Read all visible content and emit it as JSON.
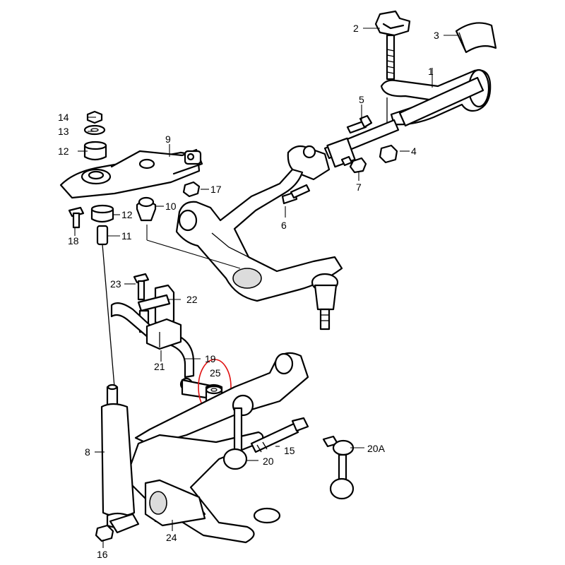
{
  "callouts": {
    "p1": "1",
    "p2": "2",
    "p3": "3",
    "p4": "4",
    "p5": "5",
    "p6": "6",
    "p7": "7",
    "p8": "8",
    "p9": "9",
    "p10": "10",
    "p11": "11",
    "p12a": "12",
    "p12b": "12",
    "p13": "13",
    "p14": "14",
    "p15": "15",
    "p16": "16",
    "p17": "17",
    "p18": "18",
    "p19": "19",
    "p20": "20",
    "p20a": "20A",
    "p21": "21",
    "p22": "22",
    "p23": "23",
    "p24": "24",
    "p25": "25"
  },
  "highlight": {
    "part": "25",
    "color": "#e01010"
  }
}
